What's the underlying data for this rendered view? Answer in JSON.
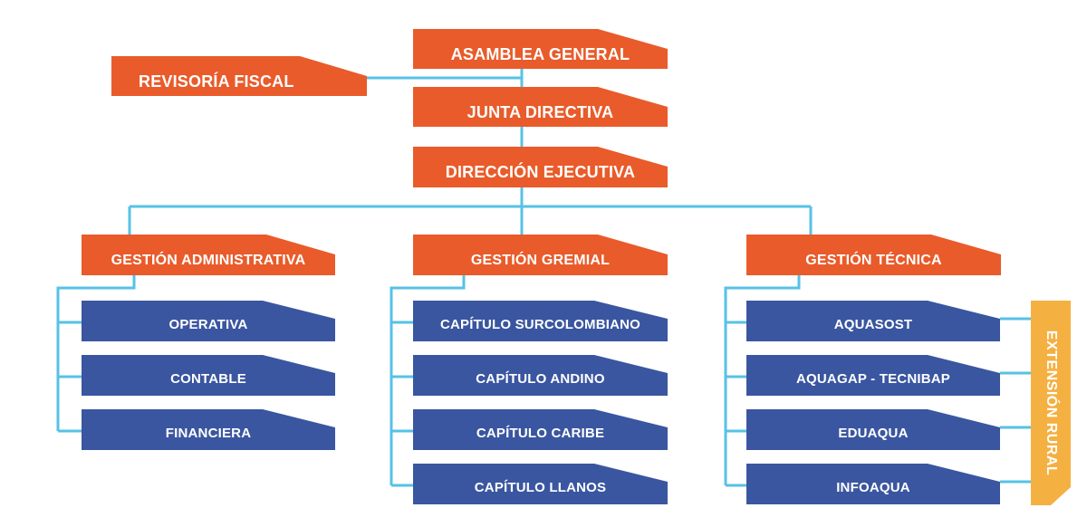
{
  "colors": {
    "orange": "#E95B2A",
    "blue": "#3A56A0",
    "connector": "#56C2E6",
    "yellow": "#F5B042"
  },
  "top": {
    "asamblea": "ASAMBLEA GENERAL",
    "revisoria": "REVISORÍA FISCAL",
    "junta": "JUNTA DIRECTIVA",
    "direccion": "DIRECCIÓN EJECUTIVA"
  },
  "divisions": [
    {
      "label": "GESTIÓN ADMINISTRATIVA",
      "units": [
        "OPERATIVA",
        "CONTABLE",
        "FINANCIERA"
      ]
    },
    {
      "label": "GESTIÓN GREMIAL",
      "units": [
        "CAPÍTULO SURCOLOMBIANO",
        "CAPÍTULO ANDINO",
        "CAPÍTULO CARIBE",
        "CAPÍTULO LLANOS"
      ]
    },
    {
      "label": "GESTIÓN TÉCNICA",
      "units": [
        "AQUASOST",
        "AQUAGAP - TECNIBAP",
        "EDUAQUA",
        "INFOAQUA"
      ]
    }
  ],
  "extension": "EXTENSIÓN RURAL"
}
